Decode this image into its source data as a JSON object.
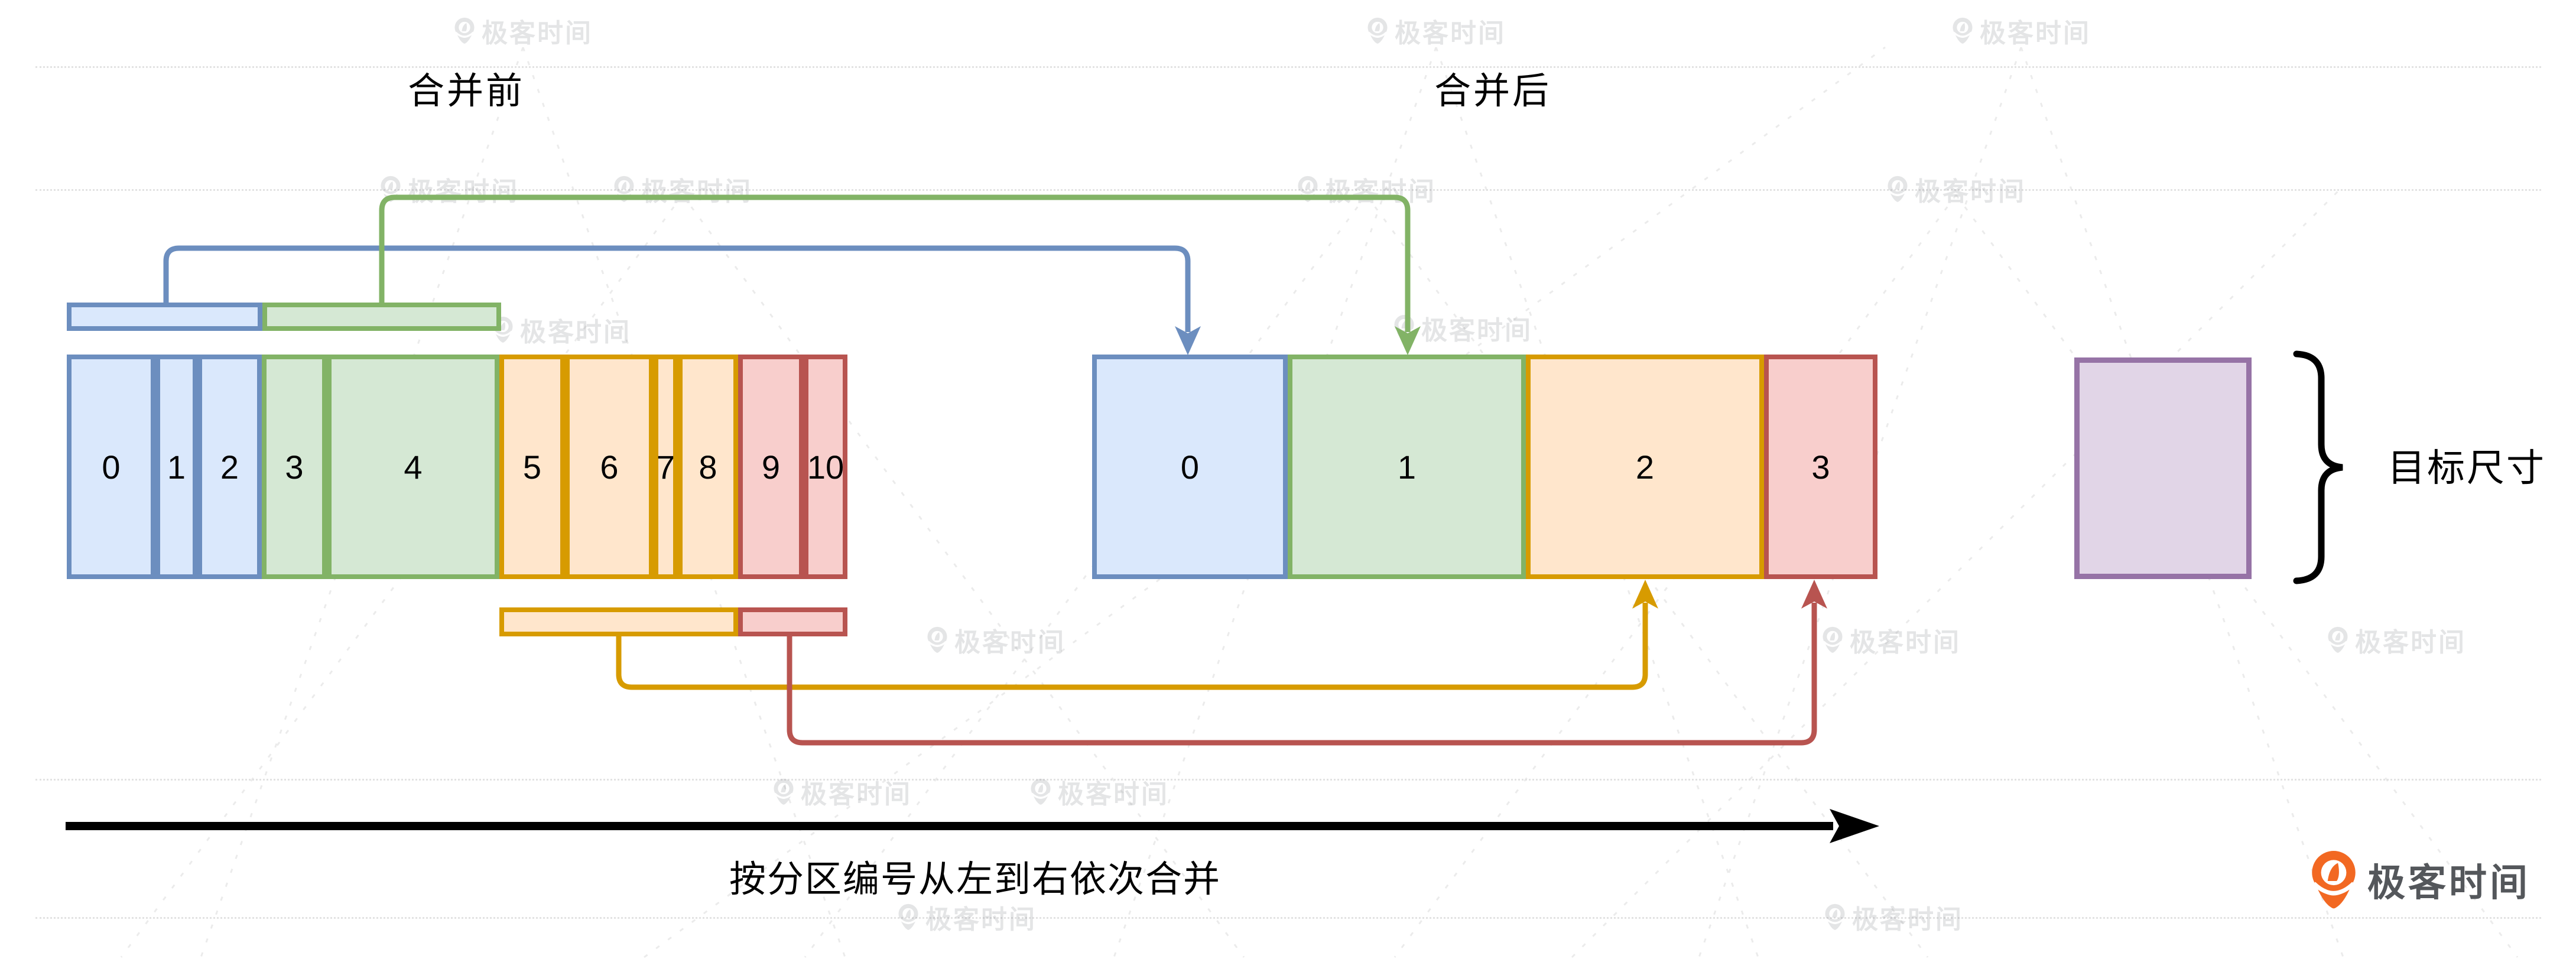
{
  "labels": {
    "before": "合并前",
    "after": "合并后",
    "bottom_caption": "按分区编号从左到右依次合并",
    "target_size": "目标尺寸"
  },
  "palette": {
    "blue": {
      "fill": "#dae8fc",
      "stroke": "#6c8ebf"
    },
    "green": {
      "fill": "#d5e8d4",
      "stroke": "#82b366"
    },
    "orange": {
      "fill": "#ffe6cc",
      "stroke": "#d79b00"
    },
    "red": {
      "fill": "#f8cecc",
      "stroke": "#b85450"
    },
    "purple": {
      "fill": "#e1d5e7",
      "stroke": "#9673a6"
    },
    "black": {
      "fill": "#000000",
      "stroke": "#000000"
    },
    "brand": {
      "fill": "#f26822",
      "stroke": "#f26822"
    },
    "logotext": {
      "fill": "#54575b",
      "stroke": "#54575b"
    },
    "watermark": {
      "fill": "#70747b",
      "stroke": "#70747b"
    }
  },
  "before_row": {
    "blocks": [
      {
        "label": "0",
        "color": "blue"
      },
      {
        "label": "1",
        "color": "blue"
      },
      {
        "label": "2",
        "color": "blue"
      },
      {
        "label": "3",
        "color": "green"
      },
      {
        "label": "4",
        "color": "green"
      },
      {
        "label": "5",
        "color": "orange"
      },
      {
        "label": "6",
        "color": "orange"
      },
      {
        "label": "7",
        "color": "orange"
      },
      {
        "label": "8",
        "color": "orange"
      },
      {
        "label": "9",
        "color": "red"
      },
      {
        "label": "10",
        "color": "red"
      }
    ]
  },
  "after_row": {
    "blocks": [
      {
        "label": "0",
        "color": "blue"
      },
      {
        "label": "1",
        "color": "green"
      },
      {
        "label": "2",
        "color": "orange"
      },
      {
        "label": "3",
        "color": "red"
      }
    ]
  },
  "target": {
    "label": "目标尺寸",
    "color": "purple"
  },
  "watermark": {
    "text": "极客时间"
  },
  "logo": {
    "text": "极客时间"
  }
}
